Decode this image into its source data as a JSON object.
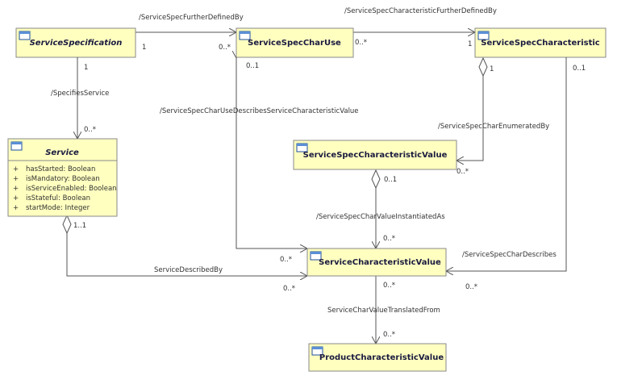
{
  "colors": {
    "class_fill": "#ffffc0",
    "class_stroke": "#8a8a8a",
    "header_icon_fill": "#5b8fd6",
    "line": "#555555",
    "text": "#333333",
    "title_text": "#1a1a40"
  },
  "classes": [
    {
      "id": "ServiceSpecification",
      "name": "ServiceSpecification",
      "italic": true,
      "attributes": []
    },
    {
      "id": "ServiceSpecCharUse",
      "name": "ServiceSpecCharUse",
      "italic": false,
      "attributes": []
    },
    {
      "id": "ServiceSpecCharacteristic",
      "name": "ServiceSpecCharacteristic",
      "italic": false,
      "attributes": []
    },
    {
      "id": "Service",
      "name": "Service",
      "italic": true,
      "attributes": [
        {
          "vis": "+",
          "text": "hasStarted: Boolean"
        },
        {
          "vis": "+",
          "text": "isMandatory: Boolean"
        },
        {
          "vis": "+",
          "text": "isServiceEnabled: Boolean"
        },
        {
          "vis": "+",
          "text": "isStateful: Boolean"
        },
        {
          "vis": "+",
          "text": "startMode: Integer"
        }
      ]
    },
    {
      "id": "ServiceSpecCharacteristicValue",
      "name": "ServiceSpecCharacteristicValue",
      "italic": false,
      "attributes": []
    },
    {
      "id": "ServiceCharacteristicValue",
      "name": "ServiceCharacteristicValue",
      "italic": false,
      "attributes": []
    },
    {
      "id": "ProductCharacteristicValue",
      "name": "ProductCharacteristicValue",
      "italic": false,
      "attributes": []
    }
  ],
  "associations": [
    {
      "id": "spec-further-defined",
      "label": "/ServiceSpecFurtherDefinedBy",
      "source": "ServiceSpecification",
      "target": "ServiceSpecCharUse",
      "source_mult": "1",
      "target_mult": "0..*"
    },
    {
      "id": "char-further-defined",
      "label": "/ServiceSpecCharacteristicFurtherDefinedBy",
      "source": "ServiceSpecCharUse",
      "target": "ServiceSpecCharacteristic",
      "source_mult": "0..*",
      "target_mult": "1"
    },
    {
      "id": "specifies-service",
      "label": "/SpecifiesService",
      "source": "ServiceSpecification",
      "target": "Service",
      "source_mult": "1",
      "target_mult": "0..*"
    },
    {
      "id": "char-use-describes",
      "label": "/ServiceSpecCharUseDescribesServiceCharacteristicValue",
      "source": "ServiceSpecCharUse",
      "target": "ServiceCharacteristicValue",
      "source_mult": "0..1",
      "target_mult": "0..*"
    },
    {
      "id": "char-enumerated",
      "label": "/ServiceSpecCharEnumeratedBy",
      "source": "ServiceSpecCharacteristic",
      "target": "ServiceSpecCharacteristicValue",
      "source_mult": "1",
      "target_mult": "0..*"
    },
    {
      "id": "char-value-instantiated",
      "label": "/ServiceSpecCharValueInstantiatedAs",
      "source": "ServiceSpecCharacteristicValue",
      "target": "ServiceCharacteristicValue",
      "source_mult": "0..1",
      "target_mult": "0..*"
    },
    {
      "id": "char-describes",
      "label": "/ServiceSpecCharDescribes",
      "source": "ServiceSpecCharacteristic",
      "target": "ServiceCharacteristicValue",
      "source_mult": "0..1",
      "target_mult": "0..*"
    },
    {
      "id": "service-described-by",
      "label": "ServiceDescribedBy",
      "source": "Service",
      "target": "ServiceCharacteristicValue",
      "source_mult": "1..1",
      "target_mult": "0..*"
    },
    {
      "id": "translated-from",
      "label": "ServiceCharValueTranslatedFrom",
      "source": "ServiceCharacteristicValue",
      "target": "ProductCharacteristicValue",
      "source_mult": "0..*",
      "target_mult": "0..*"
    }
  ]
}
